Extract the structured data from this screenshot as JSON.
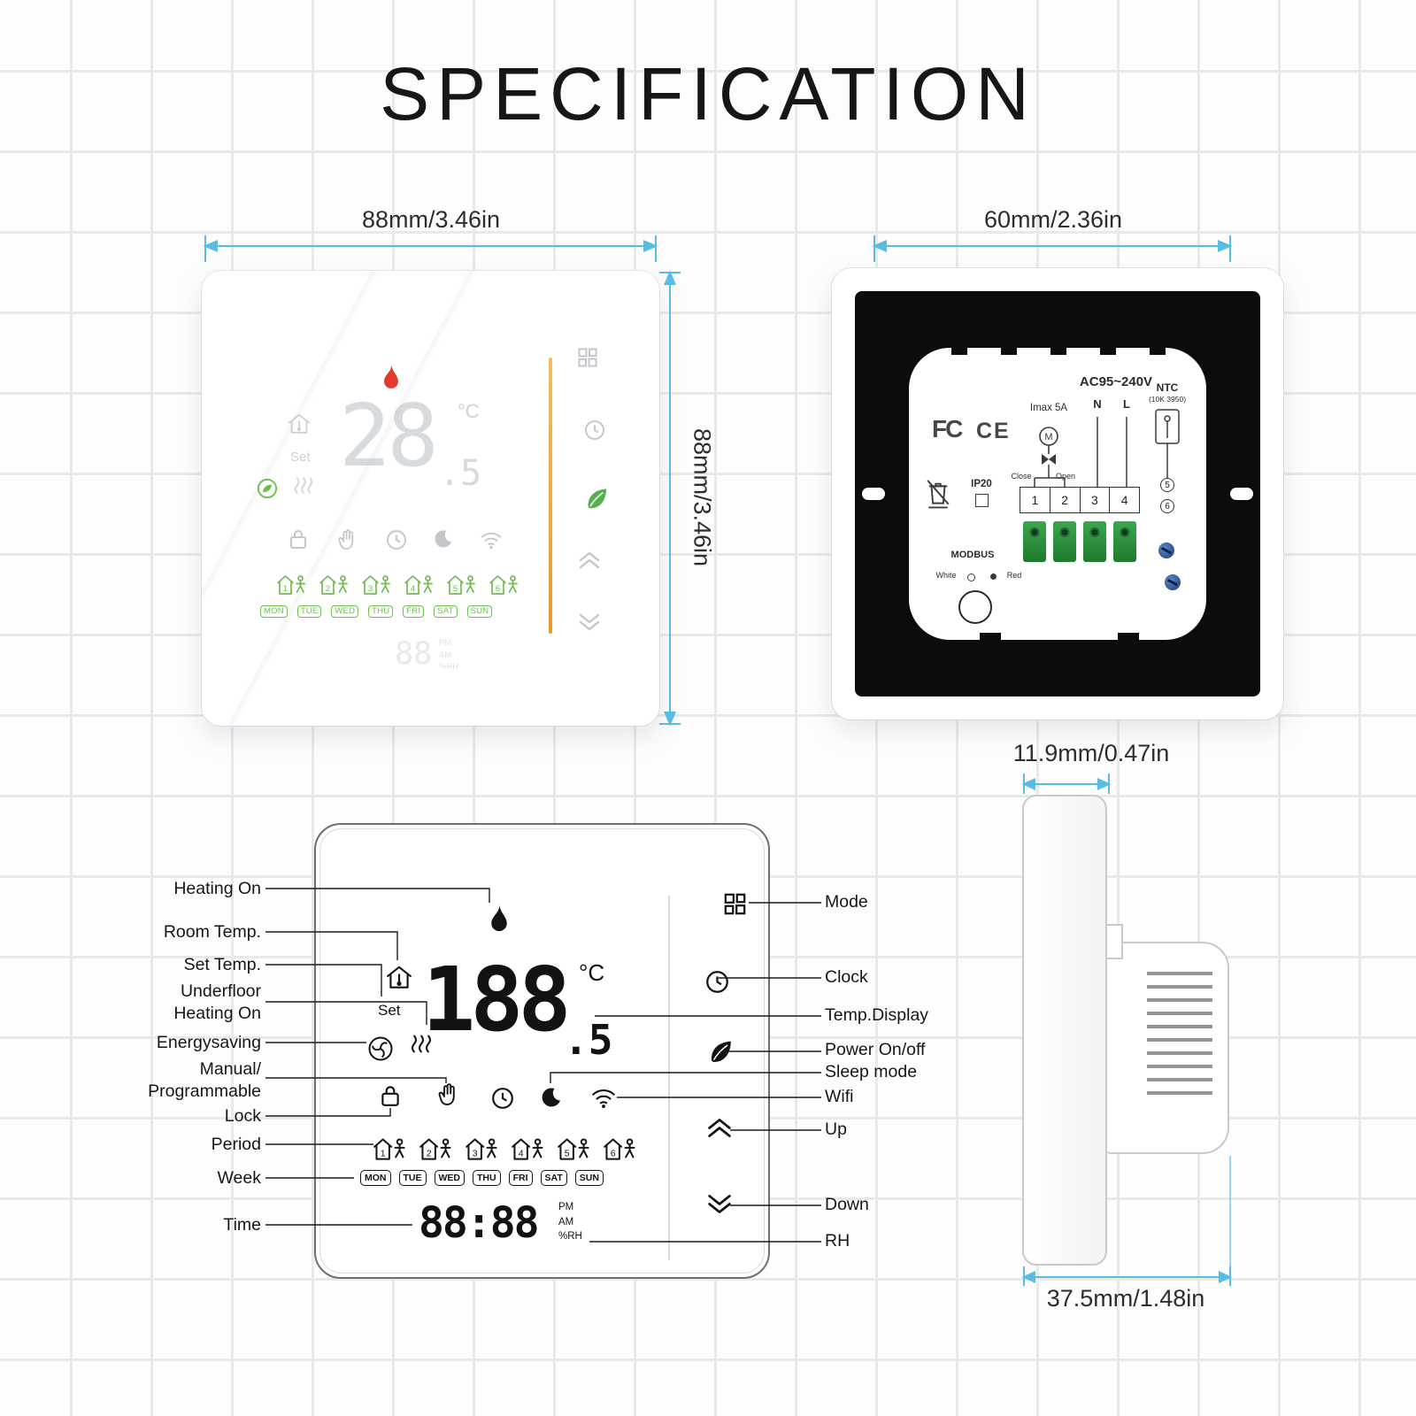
{
  "title": "SPECIFICATION",
  "dimensions": {
    "front_width": "88mm/3.46in",
    "front_height": "88mm/3.46in",
    "back_width": "60mm/2.36in",
    "side_depth": "11.9mm/0.47in",
    "side_total": "37.5mm/1.48in"
  },
  "front": {
    "temp_int": "28",
    "temp_dec": ".5",
    "temp_unit": "°C",
    "set_label": "Set",
    "days": [
      "MON",
      "TUE",
      "WED",
      "THU",
      "FRI",
      "SAT",
      "SUN"
    ],
    "periods": [
      "1",
      "2",
      "3",
      "4",
      "5",
      "6"
    ],
    "time_digits": "88",
    "pm": "PM",
    "am": "AM",
    "rh": "%RH"
  },
  "back": {
    "voltage": "AC95~240V",
    "imax": "Imax 5A",
    "motor": "M",
    "neutral": "N",
    "live": "L",
    "ntc_line1": "NTC",
    "ntc_line2": "(10K 3950)",
    "close_label": "Close",
    "open_label": "Open",
    "terminals": [
      "1",
      "2",
      "3",
      "4"
    ],
    "sensor_terminals": [
      "5",
      "6"
    ],
    "ip_rating": "IP20",
    "modbus": "MODBUS",
    "white_label": "White",
    "red_label": "Red",
    "fcc": "FC",
    "ce": "CE"
  },
  "lcd": {
    "left_labels": {
      "heating_on": "Heating On",
      "room_temp": "Room Temp.",
      "set_temp": "Set Temp.",
      "underfloor_1": "Underfloor",
      "underfloor_2": "Heating On",
      "energysaving": "Energysaving",
      "manual_1": "Manual/",
      "manual_2": "Programmable",
      "lock": "Lock",
      "period": "Period",
      "week": "Week",
      "time": "Time"
    },
    "right_labels": {
      "mode": "Mode",
      "clock": "Clock",
      "temp_display": "Temp.Display",
      "power": "Power On/off",
      "sleep": "Sleep mode",
      "wifi": "Wifi",
      "up": "Up",
      "down": "Down",
      "rh": "RH"
    },
    "display": {
      "temp_int": "188",
      "temp_dec": ".5",
      "temp_unit": "°C",
      "set_label": "Set",
      "days": [
        "MON",
        "TUE",
        "WED",
        "THU",
        "FRI",
        "SAT",
        "SUN"
      ],
      "periods": [
        "1",
        "2",
        "3",
        "4",
        "5",
        "6"
      ],
      "time": "88:88",
      "pm": "PM",
      "am": "AM",
      "rh": "%RH"
    }
  }
}
